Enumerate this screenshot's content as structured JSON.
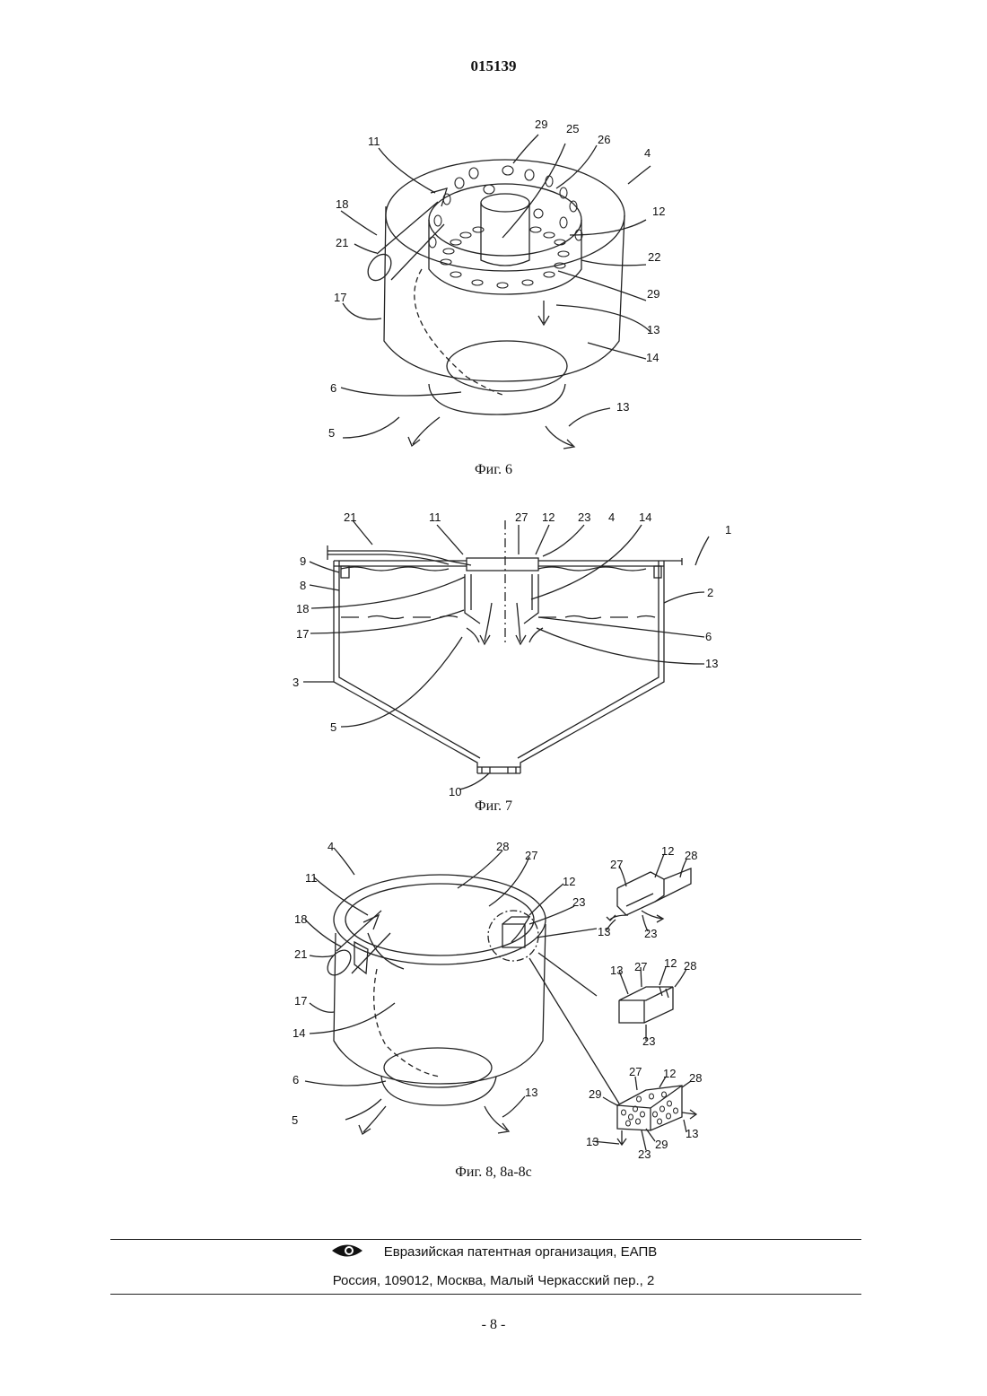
{
  "header": {
    "doc_number": "015139"
  },
  "figures": [
    {
      "caption": "Фиг. 6",
      "labels": [
        "29",
        "25",
        "26",
        "4",
        "11",
        "18",
        "12",
        "21",
        "22",
        "17",
        "29",
        "13",
        "14",
        "6",
        "13",
        "5"
      ]
    },
    {
      "caption": "Фиг. 7",
      "labels": [
        "21",
        "11",
        "27",
        "12",
        "23",
        "4",
        "14",
        "1",
        "9",
        "2",
        "8",
        "18",
        "17",
        "6",
        "13",
        "3",
        "5",
        "10"
      ]
    },
    {
      "caption": "Фиг. 8, 8а-8с",
      "labels": [
        "4",
        "28",
        "27",
        "11",
        "12",
        "23",
        "18",
        "21",
        "17",
        "14",
        "6",
        "5",
        "13",
        "27",
        "12",
        "28",
        "13",
        "23",
        "13",
        "27",
        "12",
        "28",
        "23",
        "27",
        "12",
        "28",
        "29",
        "13",
        "13",
        "29",
        "23"
      ]
    }
  ],
  "footer": {
    "organization": "Евразийская патентная организация, ЕАПВ",
    "address": "Россия, 109012, Москва, Малый Черкасский пер., 2",
    "page_number": "- 8 -"
  }
}
